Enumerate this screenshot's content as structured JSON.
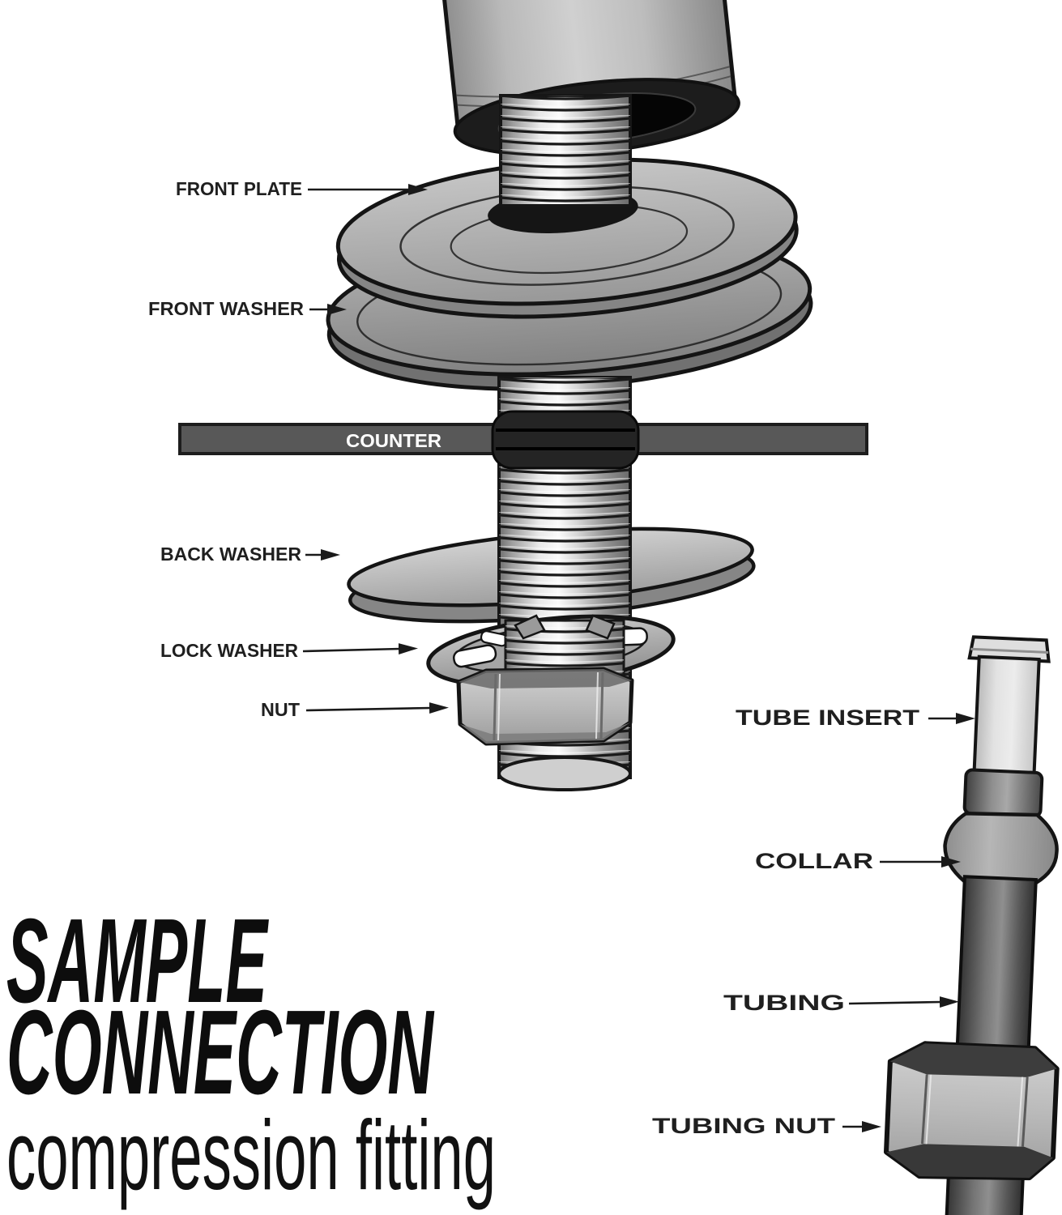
{
  "title": {
    "line1": "SAMPLE",
    "line2": "CONNECTION",
    "subtitle": "compression fitting"
  },
  "main_diagram": {
    "counter_bar_label": "COUNTER",
    "part_labels": {
      "front_plate": "FRONT PLATE",
      "front_washer": "FRONT WASHER",
      "back_washer": "BACK WASHER",
      "lock_washer": "LOCK WASHER",
      "nut": "NUT"
    }
  },
  "fitting_diagram": {
    "part_labels": {
      "tube_insert": "TUBE INSERT",
      "collar": "COLLAR",
      "tubing": "TUBING",
      "tubing_nut": "TUBING NUT"
    }
  },
  "colors": {
    "background": "#ffffff",
    "label_text": "#1f1f1f",
    "title_text": "#0d0d0d",
    "counter_bar": "#585858",
    "counter_text": "#ffffff",
    "outline": "#141414",
    "metal_light": "#d9d9d9",
    "metal_mid": "#a9a9a9",
    "metal_dark": "#4a4a4a",
    "rubber_gasket": "#242424"
  }
}
